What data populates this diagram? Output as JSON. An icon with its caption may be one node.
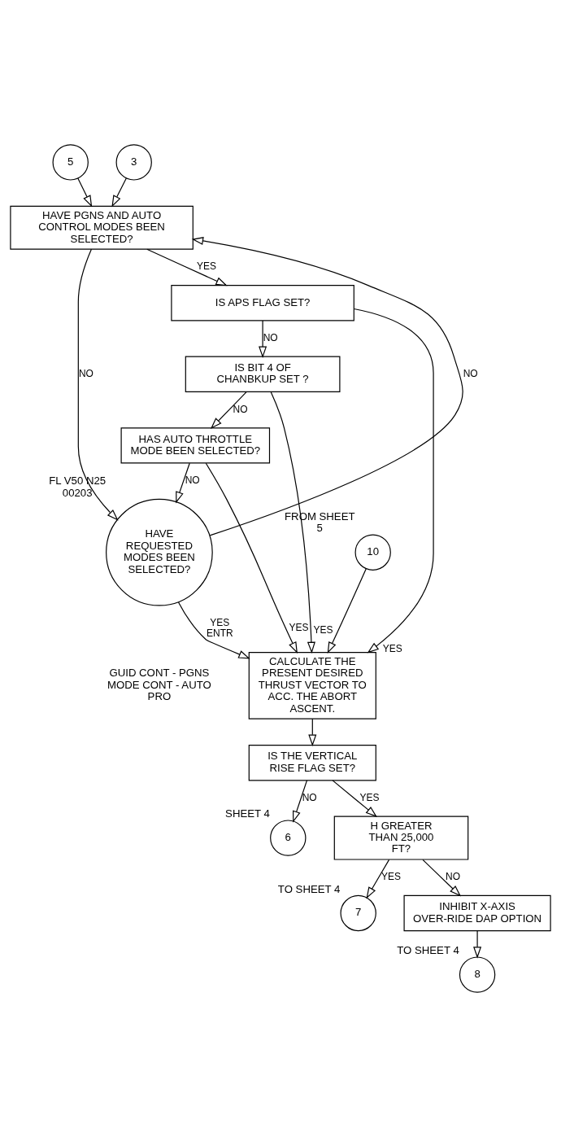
{
  "diagram": {
    "nodes": [
      {
        "text": [
          "5"
        ]
      },
      {
        "text": [
          "3"
        ]
      },
      {
        "text": [
          "HAVE PGNS AND AUTO CONTROL MODES BEEN SELECTED?"
        ]
      },
      {
        "text": [
          "IS APS FLAG SET?"
        ]
      },
      {
        "text": [
          "IS BIT 4 OF CHANBKUP SET ?"
        ]
      },
      {
        "text": [
          "HAS AUTO THROTTLE MODE BEEN SELECTED?"
        ]
      },
      {
        "text": [
          "HAVE REQUESTED MODES BEEN SELECTED?"
        ],
        "beside": [
          "FL V50 N25 00203"
        ]
      },
      {
        "text": [
          "10"
        ],
        "beside": [
          "FROM SHEET 5"
        ]
      },
      {
        "text": [
          "CALCULATE THE PRESENT DESIRED THRUST VECTOR TO ACC. THE ABORT ASCENT."
        ]
      },
      {
        "text": [
          "IS THE VERTICAL RISE FLAG SET?"
        ]
      },
      {
        "text": [
          "6"
        ],
        "beside": [
          "SHEET 4"
        ]
      },
      {
        "text": [
          "H GREATER THAN 25,000 FT?"
        ]
      },
      {
        "text": [
          "7"
        ],
        "beside": [
          "TO SHEET 4"
        ]
      },
      {
        "text": [
          "INHIBIT X-AXIS OVER-RIDE DAP OPTION"
        ]
      },
      {
        "text": [
          "8"
        ],
        "beside": [
          "TO SHEET 4"
        ]
      }
    ],
    "edges": [
      {
        "from": 0,
        "to": 2,
        "arrow": "to"
      },
      {
        "from": 1,
        "to": 2,
        "arrow": "to"
      },
      {
        "from": 2,
        "to": 3,
        "arrow": "to",
        "label": "YES"
      },
      {
        "from": 2,
        "to": 6,
        "arrow": "to",
        "label": "NO"
      },
      {
        "from": 3,
        "to": 8,
        "arrow": "to",
        "label": "YES"
      },
      {
        "from": 3,
        "to": 4,
        "arrow": "to",
        "label": "NO"
      },
      {
        "from": 4,
        "to": 8,
        "arrow": "to",
        "label": "YES"
      },
      {
        "from": 4,
        "to": 5,
        "arrow": "to",
        "label": "NO"
      },
      {
        "from": 5,
        "to": 8,
        "arrow": "to",
        "label": "YES"
      },
      {
        "from": 5,
        "to": 6,
        "arrow": "to",
        "label": "NO"
      },
      {
        "from": 6,
        "to": 8,
        "arrow": "to",
        "label": "YES ENTR"
      },
      {
        "from": 6,
        "to": 2,
        "arrow": "to",
        "label": "NO"
      },
      {
        "from": 7,
        "to": 8,
        "arrow": "to"
      },
      {
        "from": 8,
        "to": 9,
        "arrow": "to"
      },
      {
        "from": 9,
        "to": 10,
        "arrow": "to",
        "label": "NO"
      },
      {
        "from": 9,
        "to": 11,
        "arrow": "to",
        "label": "YES"
      },
      {
        "from": 11,
        "to": 12,
        "arrow": "to",
        "label": "YES"
      },
      {
        "from": 11,
        "to": 13,
        "arrow": "to",
        "label": "NO"
      },
      {
        "from": 13,
        "to": 14,
        "arrow": "to"
      }
    ],
    "labels": [
      "GUID CONT - PGNS MODE CONT - AUTO PRO"
    ]
  }
}
